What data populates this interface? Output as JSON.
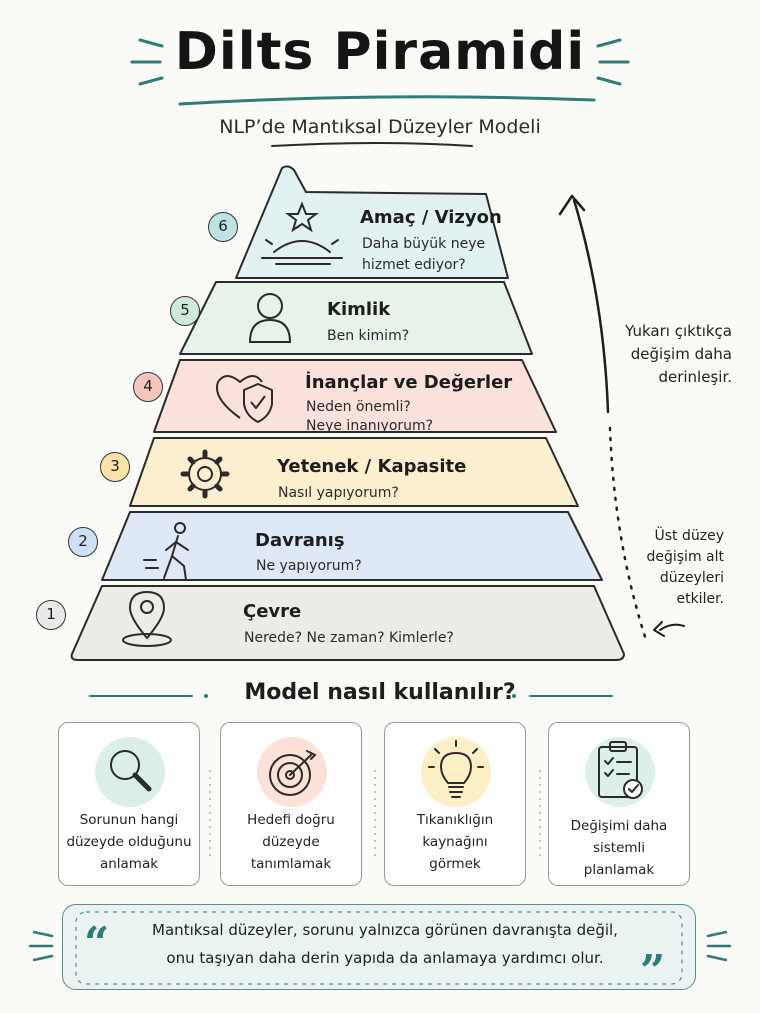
{
  "header": {
    "title": "Dilts Piramidi",
    "subtitle": "NLP’de Mantıksal Düzeyler Modeli"
  },
  "colors": {
    "teal": "#2e7d78",
    "level_fills": [
      "#ebebe8",
      "#dfe8f6",
      "#fcefcf",
      "#fbe1dc",
      "#e6f2ea",
      "#e2f1f2"
    ],
    "badge_fills": [
      "#e9e9e9",
      "#cfe0f5",
      "#fbe3a7",
      "#f6c6bd",
      "#cfe9d8",
      "#bfe3e3"
    ]
  },
  "levels": [
    {
      "number": "6",
      "title": "Amaç / Vizyon",
      "desc_1": "Daha büyük neye",
      "desc_2": "hizmet ediyor?",
      "icon": "star-sunrise-icon"
    },
    {
      "number": "5",
      "title": "Kimlik",
      "desc_1": "Ben kimim?",
      "desc_2": "",
      "icon": "person-icon"
    },
    {
      "number": "4",
      "title": "İnançlar ve Değerler",
      "desc_1": "Neden önemli?",
      "desc_2": "Neye inanıyorum?",
      "icon": "heart-shield-icon"
    },
    {
      "number": "3",
      "title": "Yetenek / Kapasite",
      "desc_1": "Nasıl yapıyorum?",
      "desc_2": "",
      "icon": "gear-icon"
    },
    {
      "number": "2",
      "title": "Davranış",
      "desc_1": "Ne yapıyorum?",
      "desc_2": "",
      "icon": "walking-person-icon"
    },
    {
      "number": "1",
      "title": "Çevre",
      "desc_1": "Nerede? Ne zaman? Kimlerle?",
      "desc_2": "",
      "icon": "location-pin-icon"
    }
  ],
  "notes": {
    "upper": [
      "Yukarı çıktıkça",
      "değişim daha",
      "derinleşir."
    ],
    "lower": [
      "Üst düzey",
      "değişim alt",
      "düzeyleri",
      "etkiler."
    ]
  },
  "how": {
    "title": "Model nasıl kullanılır?",
    "cards": [
      {
        "lines": [
          "Sorunun hangi",
          "düzeyde olduğunu",
          "anlamak"
        ],
        "icon": "magnifier-icon"
      },
      {
        "lines": [
          "Hedefi doğru",
          "düzeyde",
          "tanımlamak"
        ],
        "icon": "target-icon"
      },
      {
        "lines": [
          "Tıkanıklığın",
          "kaynağını",
          "görmek"
        ],
        "icon": "lightbulb-icon"
      },
      {
        "lines": [
          "Değişimi daha",
          "sistemli",
          "planlamak"
        ],
        "icon": "clipboard-check-icon"
      }
    ]
  },
  "quote": {
    "line_1": "Mantıksal düzeyler, sorunu yalnızca görünen davranışta değil,",
    "line_2": "onu taşıyan daha derin yapıda da anlamaya yardımcı olur."
  }
}
